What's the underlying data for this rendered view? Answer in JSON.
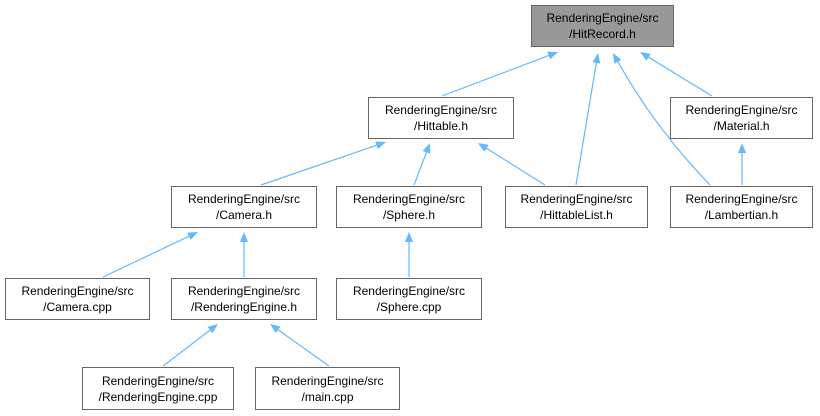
{
  "colors": {
    "edge": "#63b8ff",
    "node_border": "#666666",
    "current_fill": "#999999",
    "node_fill": "#ffffff"
  },
  "nodes": {
    "hitrecord_h": {
      "line1": "RenderingEngine/src",
      "line2": "/HitRecord.h",
      "current": true
    },
    "hittable_h": {
      "line1": "RenderingEngine/src",
      "line2": "/Hittable.h"
    },
    "material_h": {
      "line1": "RenderingEngine/src",
      "line2": "/Material.h"
    },
    "camera_h": {
      "line1": "RenderingEngine/src",
      "line2": "/Camera.h"
    },
    "sphere_h": {
      "line1": "RenderingEngine/src",
      "line2": "/Sphere.h"
    },
    "hittablelist_h": {
      "line1": "RenderingEngine/src",
      "line2": "/HittableList.h"
    },
    "lambertian_h": {
      "line1": "RenderingEngine/src",
      "line2": "/Lambertian.h"
    },
    "camera_cpp": {
      "line1": "RenderingEngine/src",
      "line2": "/Camera.cpp"
    },
    "renderingengine_h": {
      "line1": "RenderingEngine/src",
      "line2": "/RenderingEngine.h"
    },
    "sphere_cpp": {
      "line1": "RenderingEngine/src",
      "line2": "/Sphere.cpp"
    },
    "renderingengine_cpp": {
      "line1": "RenderingEngine/src",
      "line2": "/RenderingEngine.cpp"
    },
    "main_cpp": {
      "line1": "RenderingEngine/src",
      "line2": "/main.cpp"
    }
  },
  "edges": [
    {
      "from": "hittable_h",
      "to": "hitrecord_h"
    },
    {
      "from": "hittablelist_h",
      "to": "hitrecord_h"
    },
    {
      "from": "lambertian_h",
      "to": "hitrecord_h"
    },
    {
      "from": "material_h",
      "to": "hitrecord_h"
    },
    {
      "from": "camera_h",
      "to": "hittable_h"
    },
    {
      "from": "sphere_h",
      "to": "hittable_h"
    },
    {
      "from": "hittablelist_h",
      "to": "hittable_h"
    },
    {
      "from": "lambertian_h",
      "to": "material_h"
    },
    {
      "from": "camera_cpp",
      "to": "camera_h"
    },
    {
      "from": "renderingengine_h",
      "to": "camera_h"
    },
    {
      "from": "sphere_cpp",
      "to": "sphere_h"
    },
    {
      "from": "renderingengine_cpp",
      "to": "renderingengine_h"
    },
    {
      "from": "main_cpp",
      "to": "renderingengine_h"
    }
  ]
}
